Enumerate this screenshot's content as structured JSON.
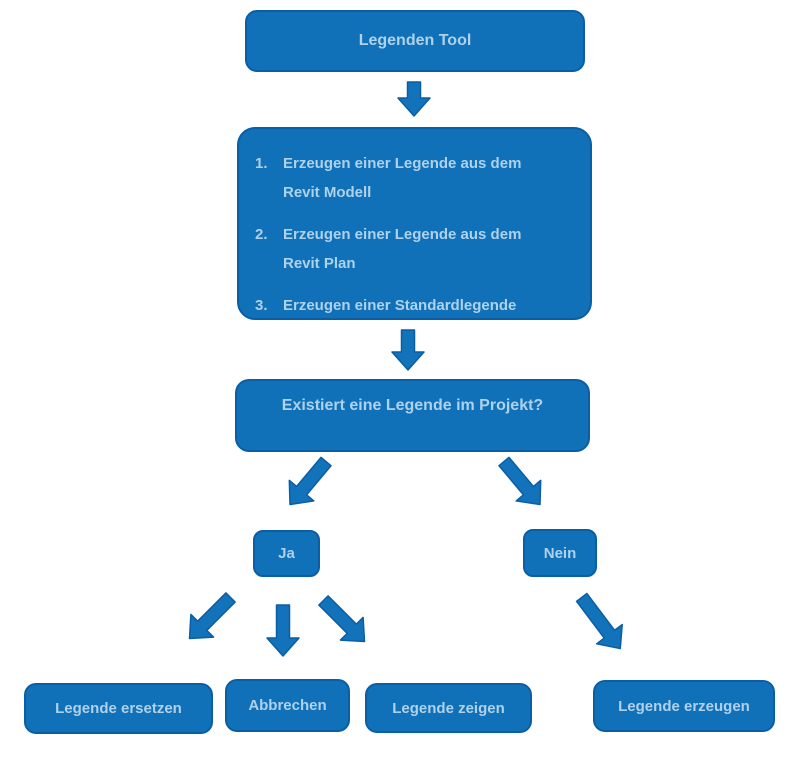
{
  "flow": {
    "title": "Legenden Tool",
    "steps": {
      "items": [
        {
          "num": "1.",
          "line1": "Erzeugen einer Legende aus dem",
          "line2": "Revit Modell"
        },
        {
          "num": "2.",
          "line1": "Erzeugen einer Legende aus dem",
          "line2": "Revit Plan"
        },
        {
          "num": "3.",
          "line1": "Erzeugen einer Standardlegende",
          "line2": ""
        }
      ]
    },
    "question": "Existiert eine Legende im Projekt?",
    "yes_label": "Ja",
    "no_label": "Nein",
    "yes_outcomes": [
      "Legende ersetzen",
      "Abbrechen",
      "Legende zeigen"
    ],
    "no_outcome": "Legende erzeugen"
  },
  "colors": {
    "node_fill": "#1171b8",
    "node_border": "#0a5ea6",
    "node_text": "#aed1ec",
    "arrow_fill": "#1272ba",
    "page_bg": "#ffffff"
  }
}
